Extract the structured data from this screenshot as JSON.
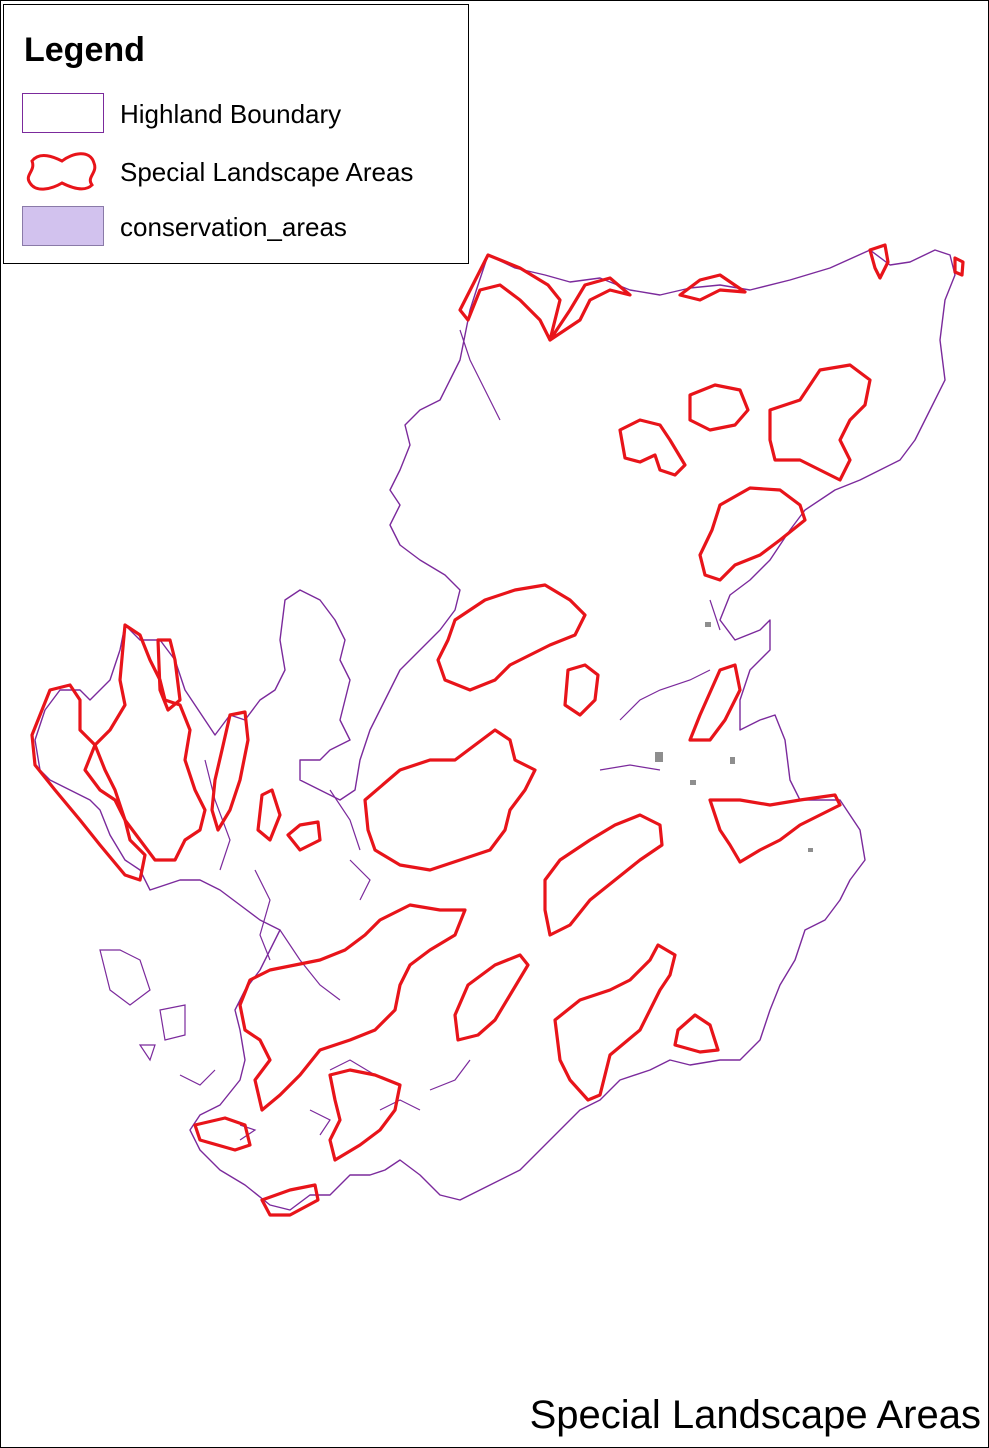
{
  "colors": {
    "boundary": "#7b2a9c",
    "sla": "#e8141a",
    "conservation": "#d2c2ee",
    "grey_features": "#8e8e8e"
  },
  "legend": {
    "title": "Legend",
    "items": [
      {
        "label": "Highland Boundary",
        "swatch": "hollow-rectangle"
      },
      {
        "label": "Special Landscape Areas",
        "swatch": "red-outline-blob"
      },
      {
        "label": "conservation_areas",
        "swatch": "filled-rectangle"
      }
    ]
  },
  "map_title": "Special Landscape Areas"
}
